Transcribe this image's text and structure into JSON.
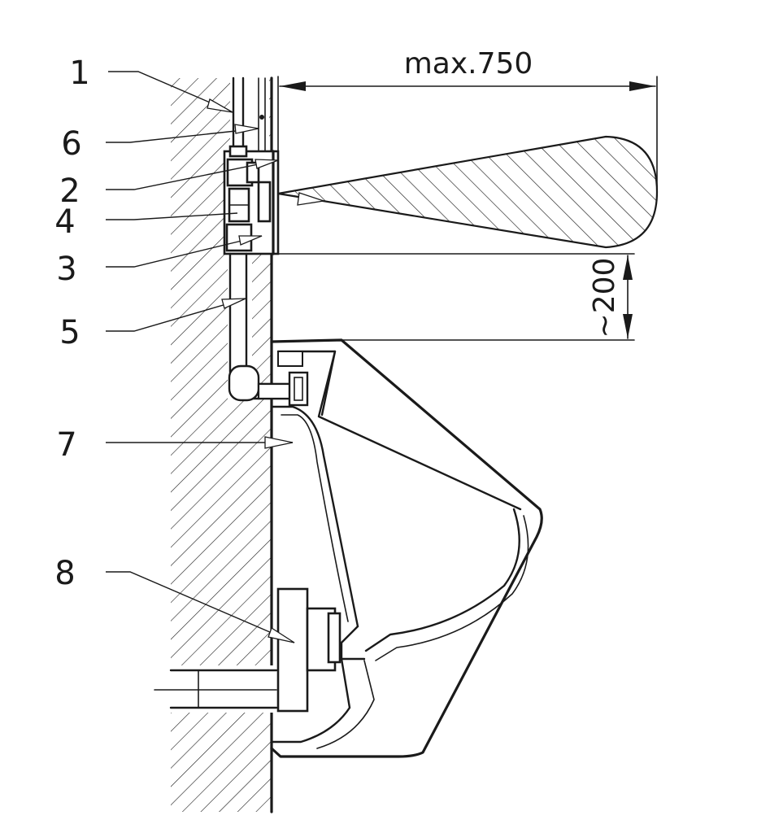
{
  "dimensions": {
    "detection_range": "max.750",
    "sensor_height_above_rim": "~200"
  },
  "callouts": [
    "1",
    "6",
    "2",
    "4",
    "3",
    "5",
    "7",
    "8"
  ]
}
